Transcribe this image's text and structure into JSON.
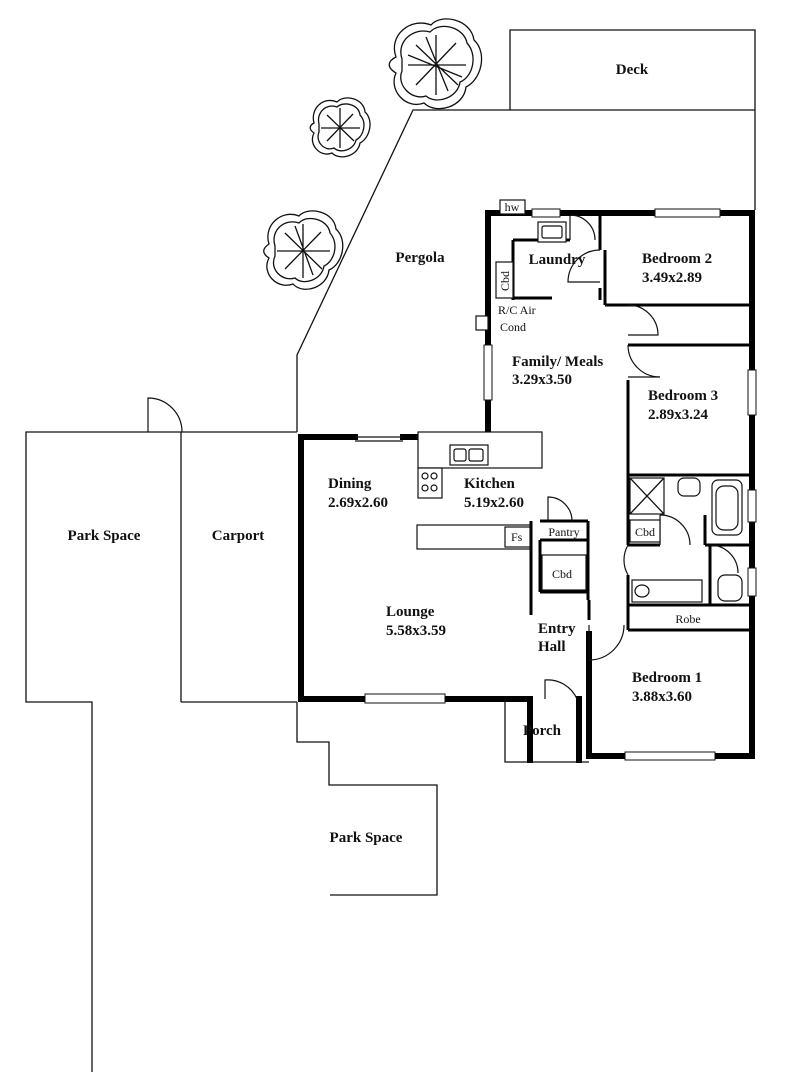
{
  "labels": {
    "deck": "Deck",
    "pergola": "Pergola",
    "laundry": "Laundry",
    "hw": "hw",
    "laundry_cbd": "Cbd",
    "rc_air": "R/C Air",
    "cond": "Cond",
    "bedroom2_name": "Bedroom 2",
    "bedroom2_size": "3.49x2.89",
    "family_name": "Family/ Meals",
    "family_size": "3.29x3.50",
    "bedroom3_name": "Bedroom 3",
    "bedroom3_size": "2.89x3.24",
    "dining_name": "Dining",
    "dining_size": "2.69x2.60",
    "kitchen_name": "Kitchen",
    "kitchen_size": "5.19x2.60",
    "fs": "Fs",
    "pantry": "Pantry",
    "hall_cbd": "Cbd",
    "bath_cbd": "Cbd",
    "park_space_left": "Park Space",
    "carport": "Carport",
    "lounge_name": "Lounge",
    "lounge_size": "5.58x3.59",
    "entry_line1": "Entry",
    "entry_line2": "Hall",
    "robe": "Robe",
    "bedroom1_name": "Bedroom 1",
    "bedroom1_size": "3.88x3.60",
    "porch": "Porch",
    "park_space_bottom": "Park Space"
  }
}
